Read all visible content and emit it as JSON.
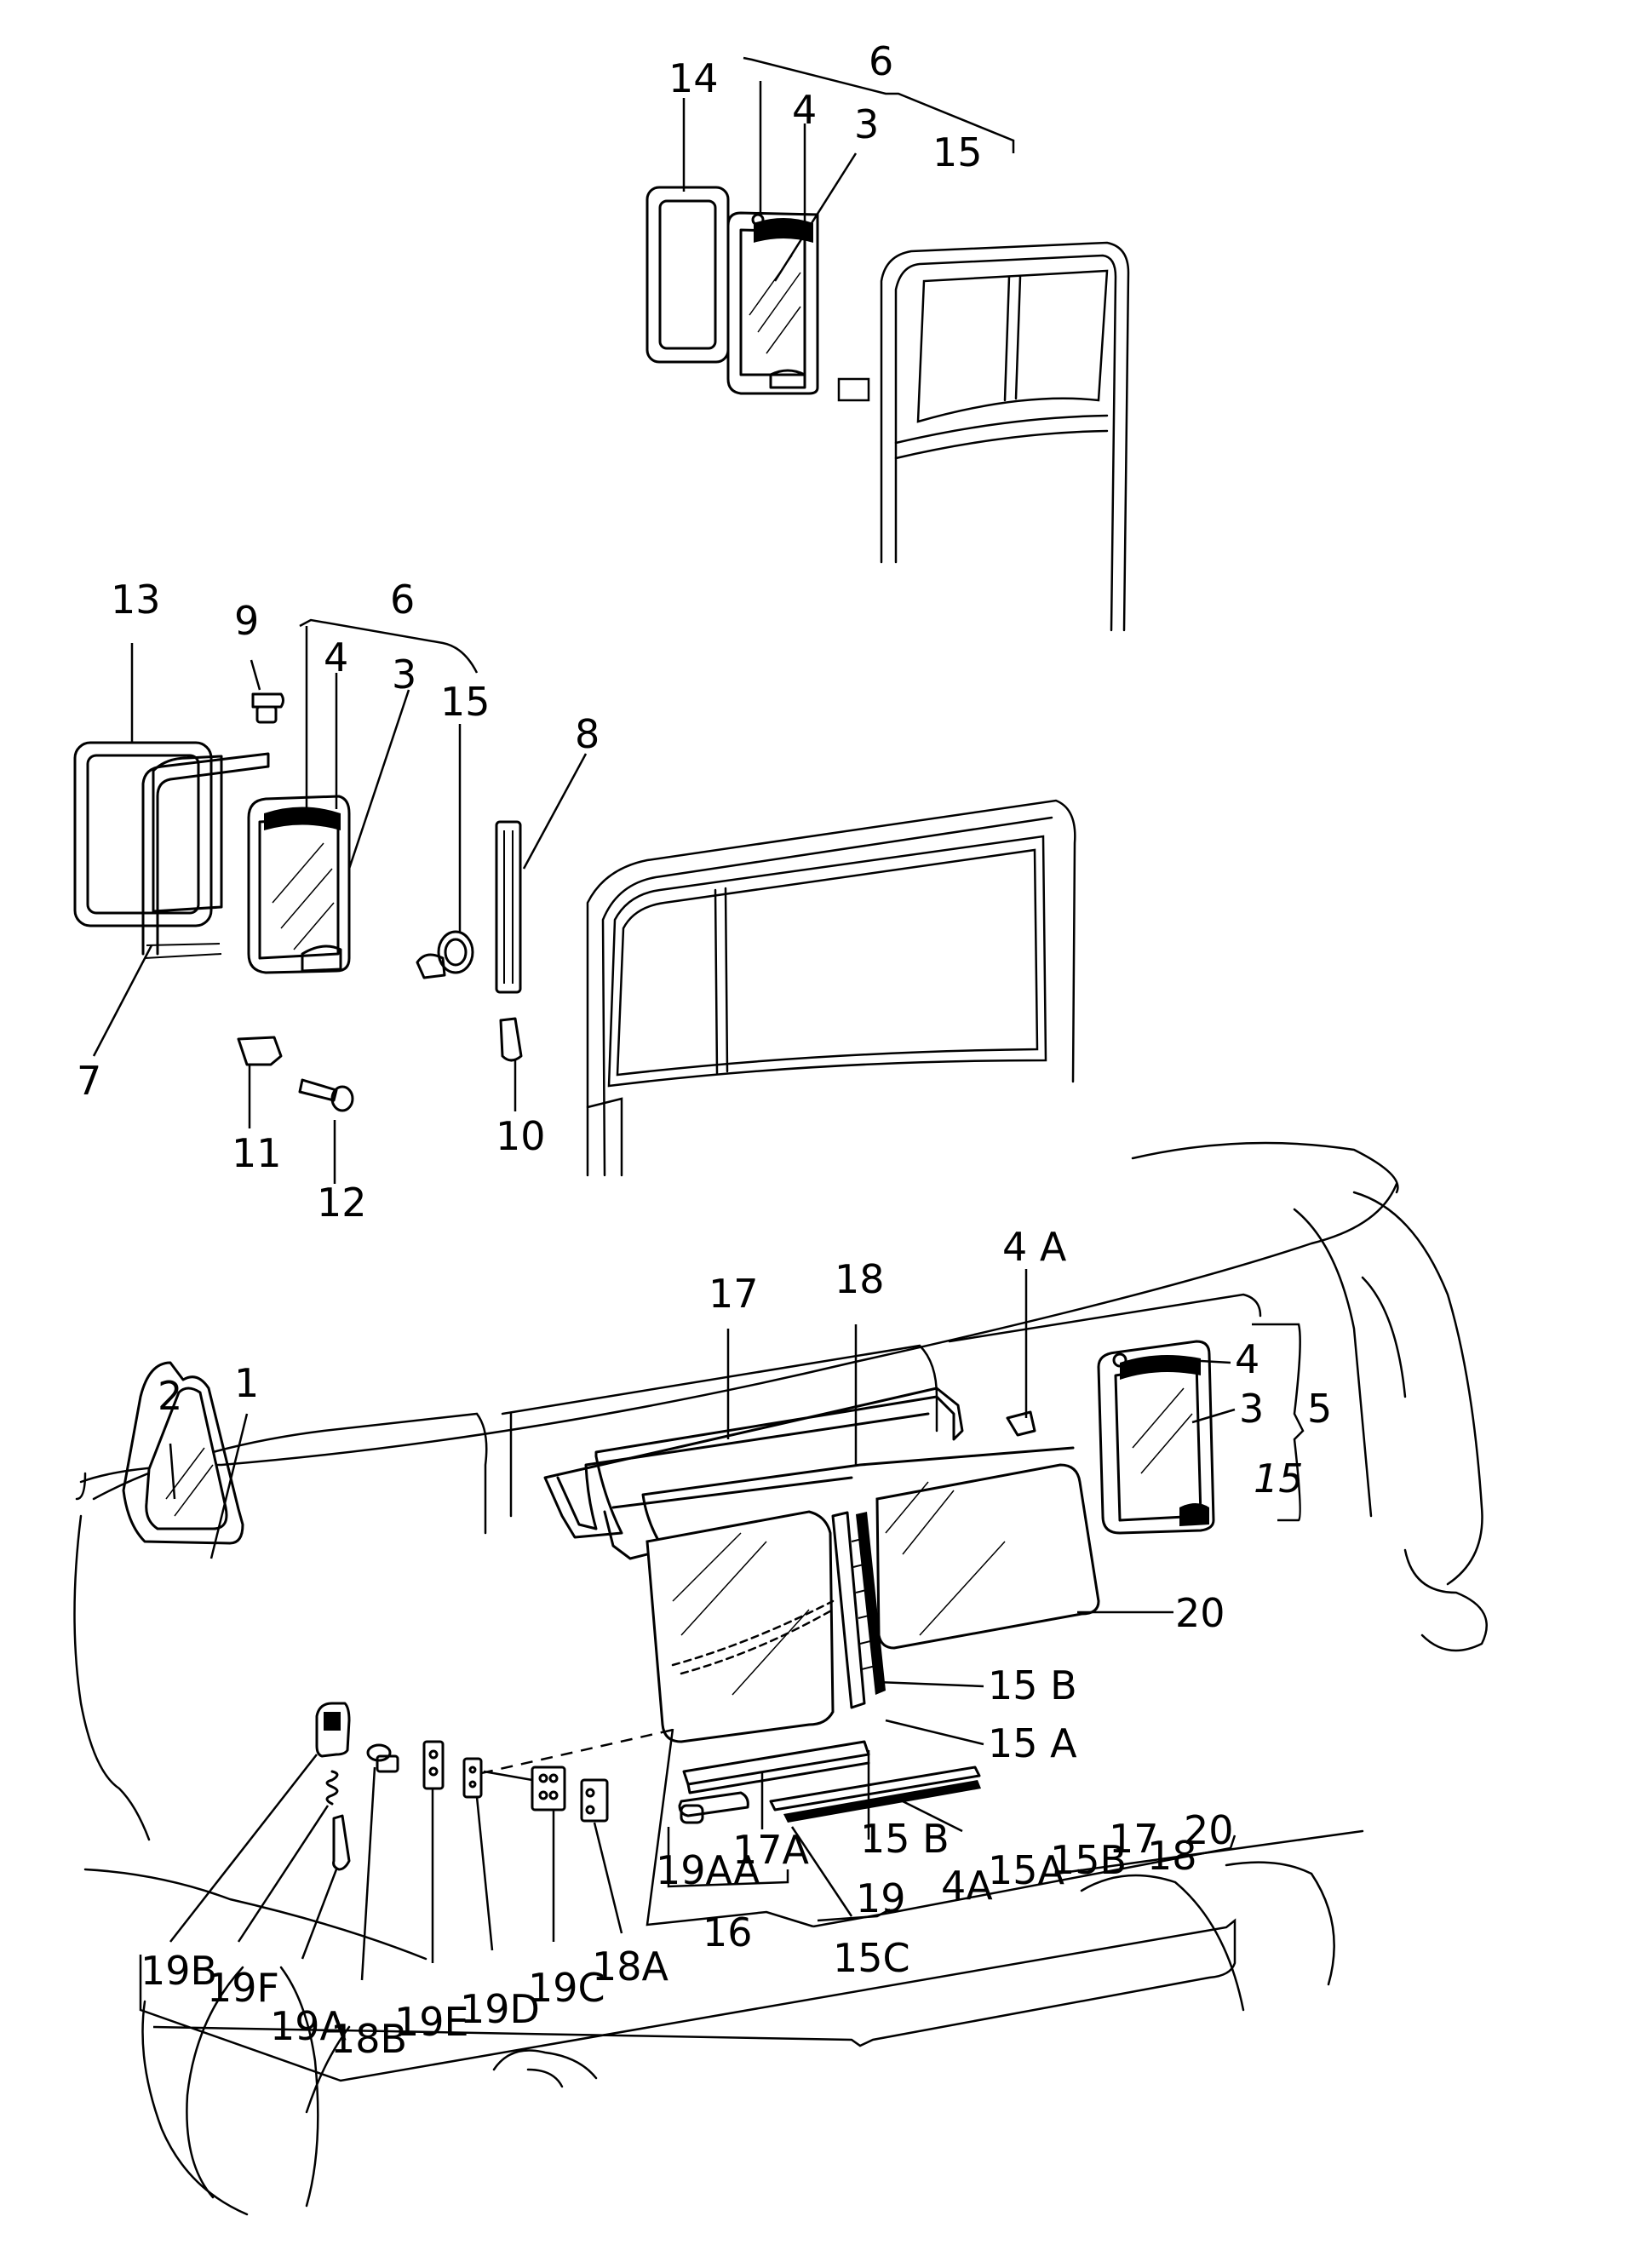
{
  "labels": {
    "l14a": "14",
    "l6a": "6",
    "l4a": "4",
    "l3a": "3",
    "l15a": "15",
    "l13": "13",
    "l9": "9",
    "l4b": "4",
    "l3b": "3",
    "l6b": "6",
    "l15b": "15",
    "l8": "8",
    "l7": "7",
    "l11": "11",
    "l12": "12",
    "l10": "10",
    "l4A": "4 A",
    "l17": "17",
    "l18": "18",
    "l2": "2",
    "l1": "1",
    "l4c": "4",
    "l3c": "3",
    "l5": "5",
    "l15c": "15",
    "l20": "20",
    "l15B": "15 B",
    "l15A": "15 A",
    "l15B2": "15 B",
    "l19AA": "19AA",
    "l17A": "17A",
    "l16": "16",
    "l19": "19",
    "l4A2": "4A",
    "l15A2": "15A",
    "l15B3": "15B",
    "l17b": "17",
    "l18b": "18",
    "l20b": "20",
    "l15C": "15C",
    "l19B": "19B",
    "l19F": "19F",
    "l19A": "19A",
    "l18B": "18B",
    "l19E": "19E",
    "l19D": "19D",
    "l19C": "19C",
    "l18A": "18A"
  }
}
